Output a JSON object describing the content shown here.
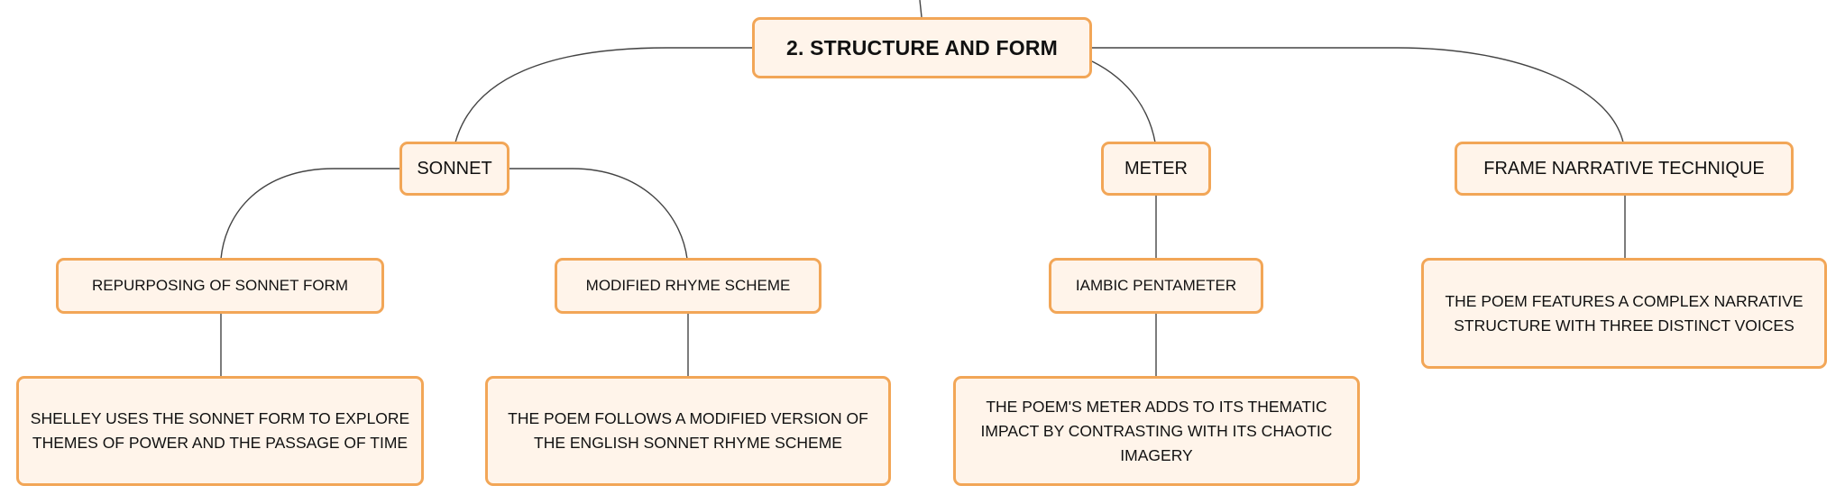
{
  "colors": {
    "node_fill": "#fff4ea",
    "node_border": "#f2a657",
    "connector": "#444444"
  },
  "nodes": {
    "root": "2. STRUCTURE AND FORM",
    "sonnet": "SONNET",
    "meter": "METER",
    "frame": "FRAME NARRATIVE TECHNIQUE",
    "repurposing": "REPURPOSING OF SONNET FORM",
    "rhyme": "MODIFIED RHYME SCHEME",
    "iambic": "IAMBIC PENTAMETER",
    "frame_desc": "THE POEM FEATURES A COMPLEX NARRATIVE STRUCTURE WITH THREE DISTINCT VOICES",
    "repurposing_desc": "SHELLEY USES THE SONNET FORM TO EXPLORE THEMES OF POWER AND THE PASSAGE OF TIME",
    "rhyme_desc": "THE POEM FOLLOWS A MODIFIED VERSION OF THE ENGLISH SONNET RHYME SCHEME",
    "iambic_desc": "THE POEM'S METER ADDS TO ITS THEMATIC IMPACT BY CONTRASTING WITH ITS CHAOTIC IMAGERY"
  }
}
